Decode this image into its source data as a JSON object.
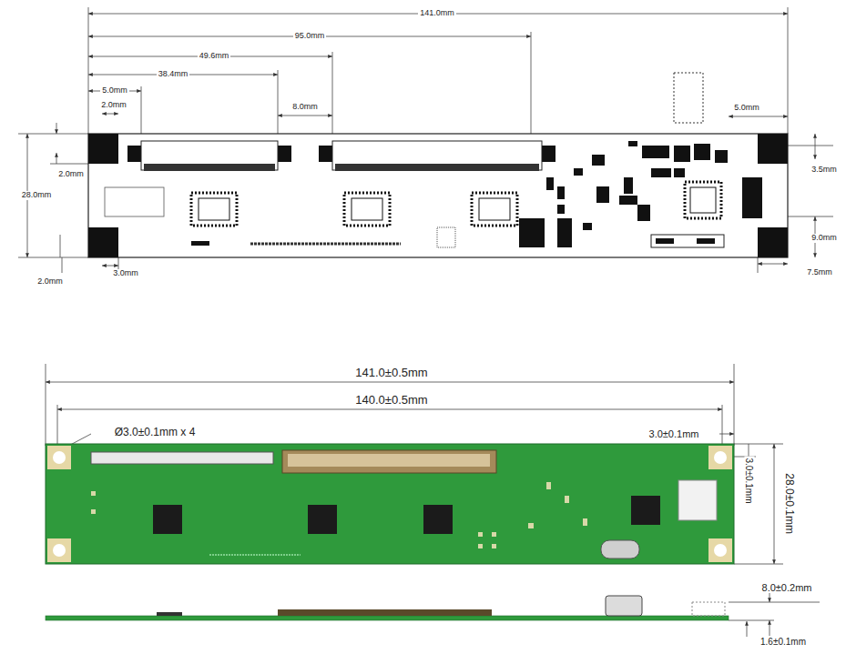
{
  "diagram": {
    "labels": [
      "141.0mm",
      "95.0mm",
      "49.6mm",
      "38.4mm",
      "5.0mm",
      "2.0mm",
      "8.0mm",
      "5.0mm",
      "2.0mm",
      "28.0mm",
      "3.5mm",
      "9.0mm",
      "2.0mm",
      "3.0mm",
      "7.5mm",
      "141.0±0.5mm",
      "140.0±0.5mm",
      "Ø3.0±0.1mm x 4",
      "3.0±0.1mm",
      "28.0±0.1mm",
      "3.0±0.1mm",
      "8.0±0.2mm",
      "1.6±0.1mm"
    ]
  }
}
